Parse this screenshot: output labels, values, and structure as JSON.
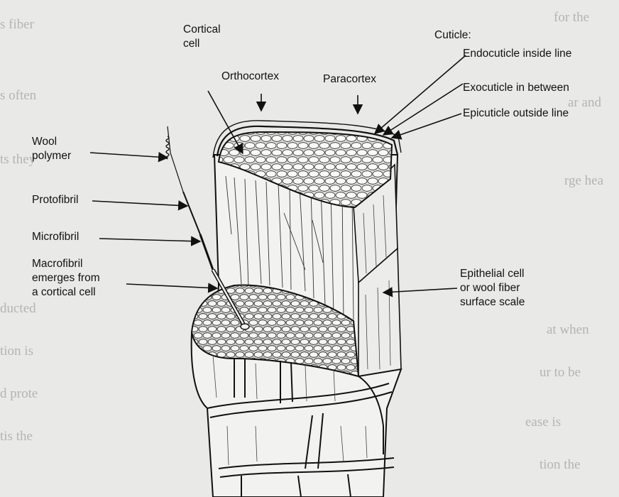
{
  "diagram": {
    "labels": {
      "cortical_cell": [
        "Cortical",
        "cell"
      ],
      "orthocortex": "Orthocortex",
      "paracortex": "Paracortex",
      "cuticle": "Cuticle:",
      "endocuticle": "Endocuticle inside line",
      "exocuticle": "Exocuticle in between",
      "epicuticle": "Epicuticle outside line",
      "wool_polymer": [
        "Wool",
        "polymer"
      ],
      "protofibril": "Protofibril",
      "microfibril": "Microfibril",
      "macrofibril": [
        "Macrofibril",
        "emerges from",
        "a cortical cell"
      ],
      "epithelial_cell": [
        "Epithelial cell",
        "or wool fiber",
        "surface scale"
      ]
    },
    "colors": {
      "ink": "#111111",
      "paper": "#e9e9e7",
      "cortex_fill": "#f2f2f0",
      "show_through_text": "#b4b4b2"
    }
  }
}
